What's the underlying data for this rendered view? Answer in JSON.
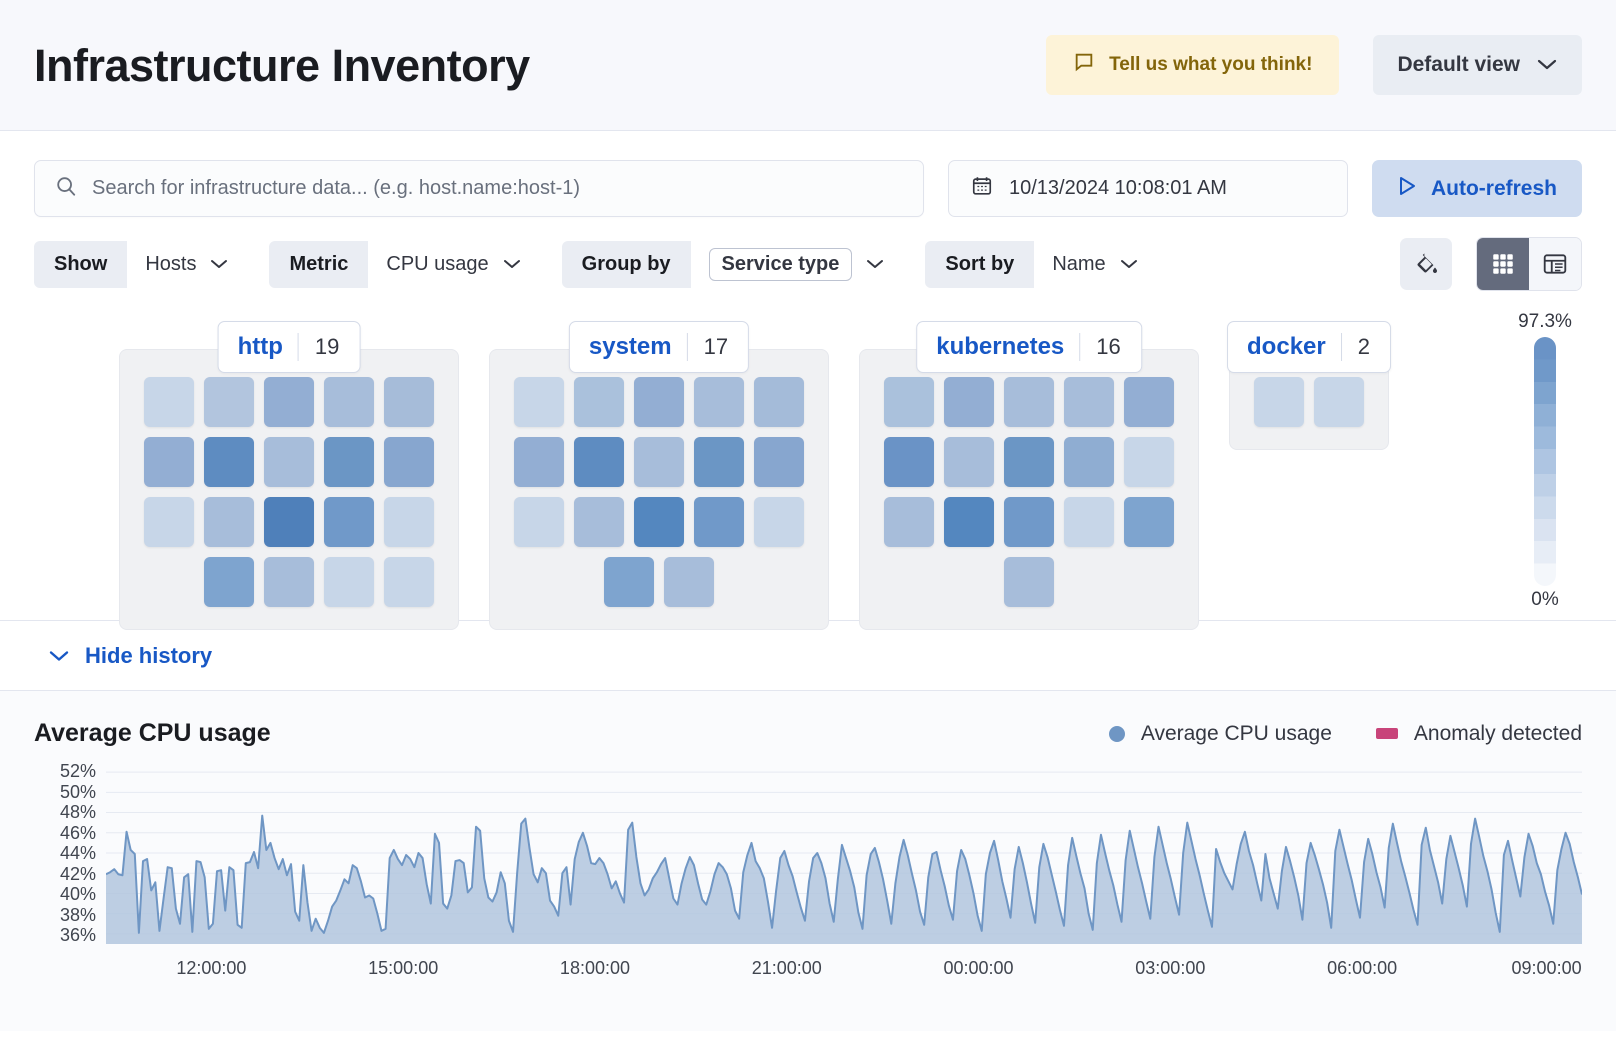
{
  "header": {
    "title": "Infrastructure Inventory",
    "feedback_label": "Tell us what you think!",
    "feedback_icon": "comment-icon",
    "view_label": "Default view",
    "view_chevron": "chevron-down-icon"
  },
  "search": {
    "icon": "search-icon",
    "placeholder": "Search for infrastructure data... (e.g. host.name:host-1)",
    "value": "",
    "date_icon": "calendar-icon",
    "date_value": "10/13/2024 10:08:01 AM",
    "refresh_icon": "play-icon",
    "refresh_label": "Auto-refresh"
  },
  "filters": [
    {
      "label": "Show",
      "value": "Hosts",
      "pill": false,
      "chevron": "chevron-down-icon"
    },
    {
      "label": "Metric",
      "value": "CPU usage",
      "pill": false,
      "chevron": "chevron-down-icon"
    },
    {
      "label": "Group by",
      "value": "Service type",
      "pill": true,
      "chevron": "chevron-down-icon"
    },
    {
      "label": "Sort by",
      "value": "Name",
      "pill": false,
      "chevron": "chevron-down-icon"
    }
  ],
  "view_controls": {
    "legend_icon": "paint-bucket-icon",
    "grid_icon": "grid-view-icon",
    "table_icon": "table-view-icon",
    "active": "grid-view-icon"
  },
  "legend_scale": {
    "max_label": "97.3%",
    "min_label": "0%",
    "max_color": "#6a93c6",
    "min_color": "#f4f7fb"
  },
  "groups": [
    {
      "name": "http",
      "count": "19",
      "rows": [
        [
          "#c7d6e8",
          "#b2c5de",
          "#93aed3",
          "#a7bdda",
          "#a6bcd9"
        ],
        [
          "#93aed3",
          "#5e8cc1",
          "#a7bdda",
          "#6b96c5",
          "#87a6cf"
        ],
        [
          "#c7d6e8",
          "#a7bdda",
          "#4f80ba",
          "#7099c9",
          "#c7d6e8"
        ],
        [
          "#7ea4cf",
          "#a7bdda",
          "#c7d6e8",
          "#c7d6e8"
        ]
      ],
      "row_align": [
        "left",
        "left",
        "left",
        "offset"
      ]
    },
    {
      "name": "system",
      "count": "17",
      "rows": [
        [
          "#c7d6e8",
          "#aac1dc",
          "#93aed3",
          "#a7bdda",
          "#a4bbd9"
        ],
        [
          "#93aed3",
          "#5e8cc1",
          "#a7bdda",
          "#6b96c5",
          "#87a6cf"
        ],
        [
          "#c7d6e8",
          "#a7bdda",
          "#5487bf",
          "#7099c9",
          "#c7d6e8"
        ],
        [
          "#7ea4cf",
          "#a7bdda"
        ]
      ],
      "row_align": [
        "left",
        "left",
        "left",
        "center"
      ]
    },
    {
      "name": "kubernetes",
      "count": "16",
      "rows": [
        [
          "#aac1dc",
          "#93aed3",
          "#a7bdda",
          "#a7bdda",
          "#93aed3"
        ],
        [
          "#6a93c6",
          "#a7bdda",
          "#6b96c5",
          "#8fadd2",
          "#c7d6e8"
        ],
        [
          "#a7bdda",
          "#5487bf",
          "#7099c9",
          "#c7d6e8",
          "#7ea4cf"
        ],
        [
          "#a7bdda"
        ]
      ],
      "row_align": [
        "left",
        "left",
        "left",
        "third"
      ]
    },
    {
      "name": "docker",
      "count": "2",
      "rows": [
        [
          "#c7d6e8",
          "#c7d6e8"
        ]
      ],
      "row_align": [
        "center"
      ]
    }
  ],
  "history": {
    "toggle_label": "Hide history",
    "toggle_icon": "chevron-down-icon"
  },
  "chart_data": {
    "type": "area",
    "title": "Average CPU usage",
    "xlabel": "",
    "ylabel": "",
    "ylim": [
      35,
      53
    ],
    "ytick_labels": [
      "52%",
      "50%",
      "48%",
      "46%",
      "44%",
      "42%",
      "40%",
      "38%",
      "36%"
    ],
    "ytick_values": [
      52,
      50,
      48,
      46,
      44,
      42,
      40,
      38,
      36
    ],
    "grid": true,
    "legend_position": "top-right",
    "legend": [
      {
        "name": "Average CPU usage",
        "color": "#6f96c4",
        "marker": "dot"
      },
      {
        "name": "Anomaly detected",
        "color": "#c8447a",
        "marker": "rect"
      }
    ],
    "xtick_labels": [
      "12:00:00",
      "15:00:00",
      "18:00:00",
      "21:00:00",
      "00:00:00",
      "03:00:00",
      "06:00:00",
      "09:00:00"
    ],
    "xtick_positions_pct": [
      7.2,
      20.3,
      33.4,
      46.5,
      59.6,
      72.7,
      85.8,
      98.4
    ],
    "series": [
      {
        "name": "Average CPU usage",
        "color": "#6f96c4",
        "fill": "#b2c5de",
        "values": [
          41.9,
          42.1,
          42.4,
          41.9,
          41.8,
          46.1,
          44.3,
          43.9,
          36.1,
          43.2,
          43.4,
          40.3,
          41.1,
          36.3,
          39.5,
          42.6,
          42.5,
          38.5,
          37.0,
          41.6,
          41.9,
          36.2,
          43.2,
          43.1,
          41.6,
          36.5,
          37.0,
          42.2,
          42.3,
          38.3,
          42.6,
          42.3,
          36.9,
          36.6,
          43.0,
          43.1,
          44.1,
          42.5,
          47.7,
          44.3,
          45.0,
          43.5,
          42.4,
          43.4,
          41.8,
          42.9,
          38.2,
          37.3,
          42.8,
          39.1,
          36.3,
          37.5,
          36.6,
          36.1,
          37.3,
          38.7,
          39.3,
          40.3,
          41.4,
          41.0,
          42.8,
          42.5,
          41.2,
          39.6,
          39.8,
          39.5,
          38.0,
          36.3,
          36.5,
          43.5,
          44.3,
          43.4,
          42.8,
          43.8,
          43.4,
          42.6,
          44.0,
          43.5,
          40.9,
          39.0,
          45.9,
          45.0,
          39.0,
          38.5,
          39.8,
          43.2,
          43.3,
          43.0,
          40.1,
          40.6,
          46.6,
          46.2,
          41.5,
          39.6,
          39.2,
          40.1,
          42.1,
          41.0,
          37.3,
          36.2,
          42.0,
          46.9,
          47.4,
          44.5,
          41.9,
          41.1,
          42.5,
          42.0,
          39.3,
          38.7,
          37.8,
          42.0,
          42.6,
          38.9,
          43.4,
          45.1,
          46.0,
          44.7,
          43.0,
          42.9,
          43.5,
          43.0,
          41.9,
          40.5,
          41.2,
          40.0,
          39.1,
          46.3,
          47.0,
          43.6,
          41.0,
          39.8,
          40.4,
          41.5,
          42.1,
          42.9,
          43.5,
          41.5,
          39.5,
          38.9,
          41.0,
          42.5,
          43.6,
          42.8,
          41.0,
          39.4,
          38.9,
          40.2,
          41.9,
          43.0,
          42.6,
          41.9,
          40.5,
          38.3,
          37.5,
          42.1,
          43.8,
          45.0,
          43.2,
          42.5,
          41.5,
          39.2,
          36.6,
          40.3,
          43.5,
          44.2,
          42.8,
          41.7,
          40.1,
          38.6,
          37.3,
          41.2,
          43.5,
          44.0,
          43.0,
          41.5,
          39.0,
          37.2,
          41.4,
          44.8,
          43.5,
          42.2,
          40.6,
          38.1,
          36.5,
          41.8,
          43.9,
          44.5,
          43.1,
          41.4,
          39.3,
          37.0,
          41.0,
          43.6,
          45.3,
          43.8,
          42.0,
          40.3,
          38.2,
          36.9,
          41.6,
          43.9,
          44.1,
          42.3,
          40.7,
          38.8,
          37.4,
          42.2,
          44.3,
          43.4,
          41.8,
          40.0,
          37.8,
          36.3,
          41.9,
          44.0,
          45.2,
          43.3,
          41.2,
          39.5,
          37.6,
          42.4,
          44.6,
          43.0,
          41.1,
          39.0,
          37.1,
          42.6,
          44.9,
          43.6,
          41.9,
          40.2,
          38.4,
          36.8,
          42.8,
          45.5,
          43.7,
          42.0,
          40.5,
          38.0,
          36.4,
          43.0,
          45.8,
          44.0,
          42.3,
          40.8,
          38.9,
          37.2,
          43.3,
          46.2,
          44.4,
          42.6,
          41.0,
          39.2,
          37.5,
          43.6,
          46.6,
          44.8,
          43.0,
          41.4,
          39.6,
          37.9,
          44.0,
          47.0,
          45.2,
          43.4,
          41.8,
          40.0,
          38.3,
          36.7,
          44.4,
          43.1,
          42.0,
          41.2,
          40.4,
          42.9,
          44.9,
          46.1,
          44.2,
          42.8,
          41.0,
          39.3,
          43.9,
          41.5,
          40.0,
          38.5,
          42.2,
          44.6,
          43.2,
          41.6,
          39.8,
          37.4,
          43.0,
          45.0,
          43.8,
          42.4,
          40.9,
          39.1,
          36.6,
          44.2,
          46.3,
          44.6,
          42.9,
          41.3,
          39.4,
          37.6,
          43.1,
          45.4,
          43.9,
          42.1,
          40.6,
          38.6,
          44.5,
          46.9,
          45.0,
          43.2,
          41.7,
          40.1,
          38.4,
          36.9,
          44.8,
          46.5,
          44.3,
          42.7,
          41.1,
          39.0,
          43.4,
          45.7,
          44.1,
          42.5,
          40.8,
          38.7,
          44.9,
          47.4,
          45.6,
          43.7,
          42.2,
          40.4,
          38.1,
          36.2,
          43.8,
          45.2,
          43.3,
          41.5,
          39.7,
          43.6,
          45.9,
          44.7,
          43.0,
          41.9,
          40.2,
          38.8,
          37.0,
          42.3,
          44.4,
          46.0,
          44.9,
          43.1,
          41.6,
          39.9
        ]
      }
    ]
  }
}
